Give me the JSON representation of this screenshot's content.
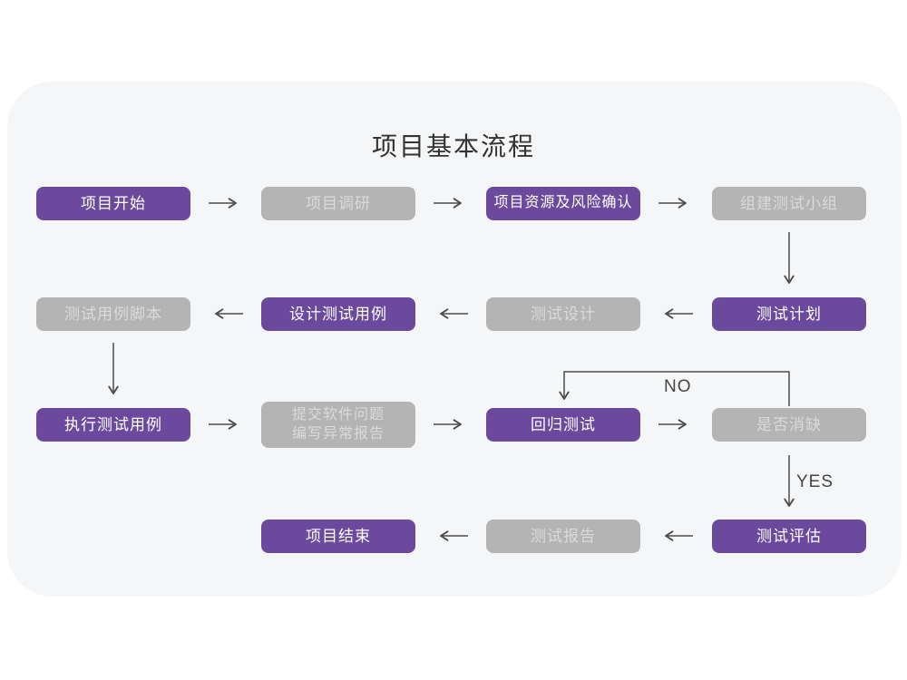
{
  "title": "项目基本流程",
  "labels": {
    "no": "NO",
    "yes": "YES"
  },
  "colors": {
    "purple": "#6b4a9d",
    "gray": "#b4b4b4",
    "gray_text": "#dadada",
    "arrow": "#4c4c4c",
    "card_bg": "#f5f6f7",
    "page_bg": "#ffffff",
    "title_c": "#333333",
    "edge_label": "#454545"
  },
  "nodes": [
    {
      "id": "project-start",
      "label": "项目开始",
      "type": "active"
    },
    {
      "id": "project-research",
      "label": "项目调研",
      "type": "inactive"
    },
    {
      "id": "resource-risk-confirm",
      "label": "项目资源及风险确认",
      "type": "active"
    },
    {
      "id": "build-test-team",
      "label": "组建测试小组",
      "type": "inactive"
    },
    {
      "id": "test-case-script",
      "label": "测试用例脚本",
      "type": "inactive"
    },
    {
      "id": "design-test-case",
      "label": "设计测试用例",
      "type": "active"
    },
    {
      "id": "test-design",
      "label": "测试设计",
      "type": "inactive"
    },
    {
      "id": "test-plan",
      "label": "测试计划",
      "type": "active"
    },
    {
      "id": "execute-test-case",
      "label": "执行测试用例",
      "type": "active"
    },
    {
      "id": "submit-issue-report",
      "label": "提交软件问题\n编写异常报告",
      "type": "inactive"
    },
    {
      "id": "regression-test",
      "label": "回归测试",
      "type": "active"
    },
    {
      "id": "defect-cleared",
      "label": "是否消缺",
      "type": "inactive"
    },
    {
      "id": "project-end",
      "label": "项目结束",
      "type": "active"
    },
    {
      "id": "test-report",
      "label": "测试报告",
      "type": "inactive"
    },
    {
      "id": "test-evaluation",
      "label": "测试评估",
      "type": "active"
    }
  ]
}
